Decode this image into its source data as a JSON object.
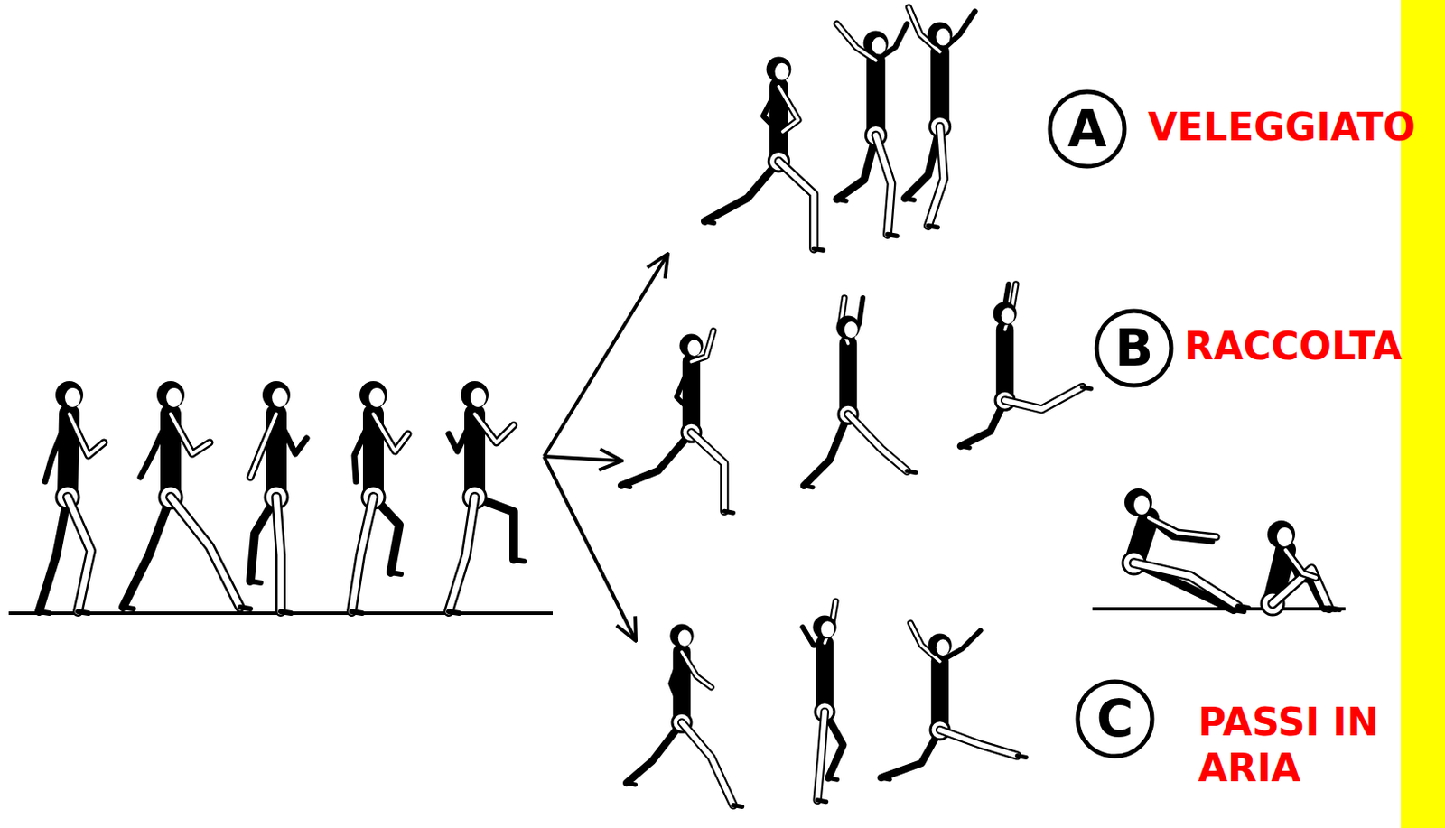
{
  "diagram": {
    "nodes": [
      {
        "text": [
          "A"
        ]
      },
      {
        "text": [
          "B"
        ]
      },
      {
        "text": [
          "C"
        ]
      }
    ],
    "labels": [
      "VELEGGIATO",
      "RACCOLTA",
      "PASSI IN ARIA"
    ]
  }
}
